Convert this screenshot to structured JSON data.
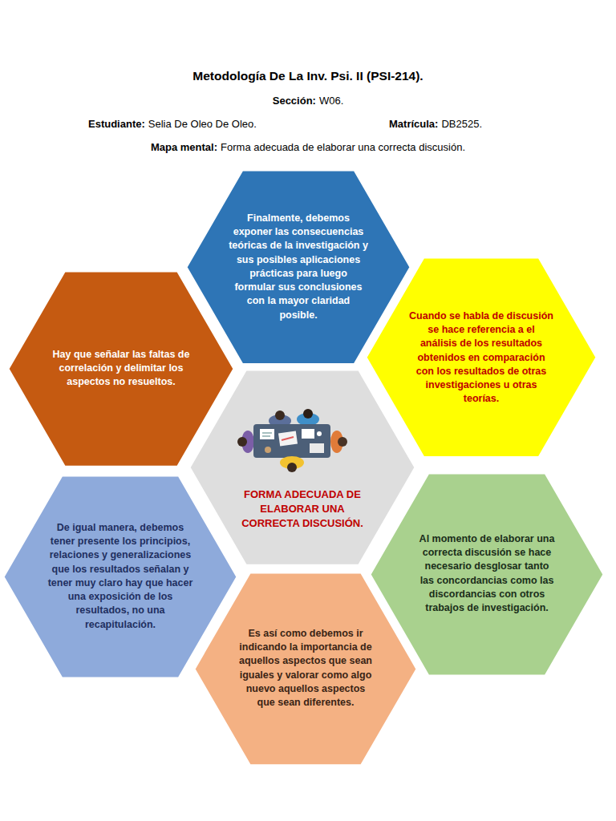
{
  "diagram": {
    "title": "Metodología De La Inv. Psi. II (PSI-214).",
    "nodes": [
      {
        "text": [
          "Finalmente, debemos exponer las consecuencias teóricas de la investigación y sus posibles aplicaciones prácticas para luego formular sus conclusiones con la mayor claridad posible."
        ]
      },
      {
        "text": [
          "Hay que señalar las faltas de correlación y delimitar los aspectos no resueltos."
        ]
      },
      {
        "text": [
          "Cuando se habla de discusión se hace referencia a el análisis de los resultados obtenidos en comparación con los resultados de otras investigaciones u otras teorías."
        ]
      },
      {
        "text": [
          "FORMA ADECUADA DE ELABORAR UNA CORRECTA DISCUSIÓN."
        ]
      },
      {
        "text": [
          "De igual manera, debemos tener presente los principios, relaciones y generalizaciones que los resultados señalan y tener muy claro hay que hacer una exposición de los resultados, no una recapitulación."
        ]
      },
      {
        "text": [
          "Al momento de elaborar una correcta discusión se hace necesario desglosar tanto las concordancias como las discordancias con otros trabajos de investigación."
        ]
      },
      {
        "text": [
          "Es así como debemos ir indicando la importancia de aquellos aspectos que sean iguales y valorar como algo nuevo aquellos aspectos que sean diferentes."
        ]
      }
    ],
    "labels": [
      "Sección:",
      "W06.",
      "Estudiante:",
      "Selia De Oleo De Oleo.",
      "Matrícula:",
      "DB2525.",
      "Mapa mental:",
      "Forma adecuada de elaborar una correcta discusión."
    ]
  }
}
